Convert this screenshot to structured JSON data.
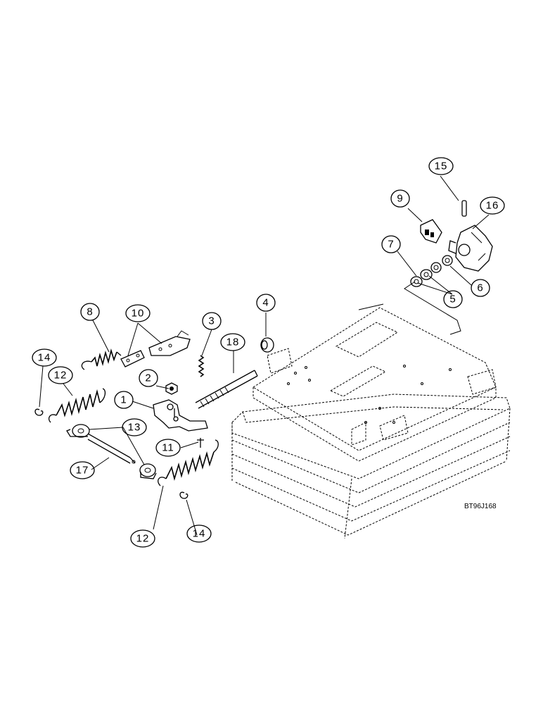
{
  "figure_ref": "BT96J168",
  "callouts": [
    "1",
    "2",
    "3",
    "4",
    "5",
    "6",
    "7",
    "8",
    "9",
    "10",
    "11",
    "12",
    "12",
    "13",
    "14",
    "14",
    "15",
    "16",
    "17",
    "18"
  ]
}
